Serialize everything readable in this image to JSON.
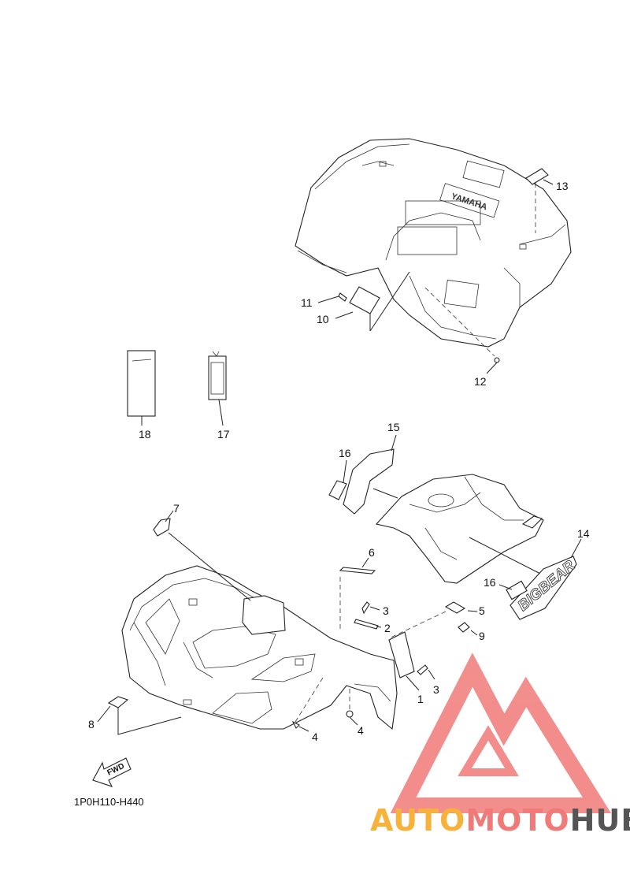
{
  "diagram": {
    "code": "1P0H110-H440",
    "fwd_label": "FWD",
    "stamp_text": "YAMAHA",
    "decal_text": "BIGBEAR",
    "callouts": {
      "c1": "1",
      "c2": "2",
      "c3a": "3",
      "c3b": "3",
      "c4a": "4",
      "c4b": "4",
      "c5": "5",
      "c6": "6",
      "c7": "7",
      "c8": "8",
      "c9": "9",
      "c10": "10",
      "c11": "11",
      "c12": "12",
      "c13": "13",
      "c14": "14",
      "c15": "15",
      "c16a": "16",
      "c16b": "16",
      "c17": "17",
      "c18": "18"
    }
  },
  "watermark": {
    "part1": "AUTO",
    "part2": "MOTO",
    "part3": "HUB",
    "color_orange": "#f7b23b",
    "color_red": "#f07a78",
    "color_gray": "#555555"
  }
}
